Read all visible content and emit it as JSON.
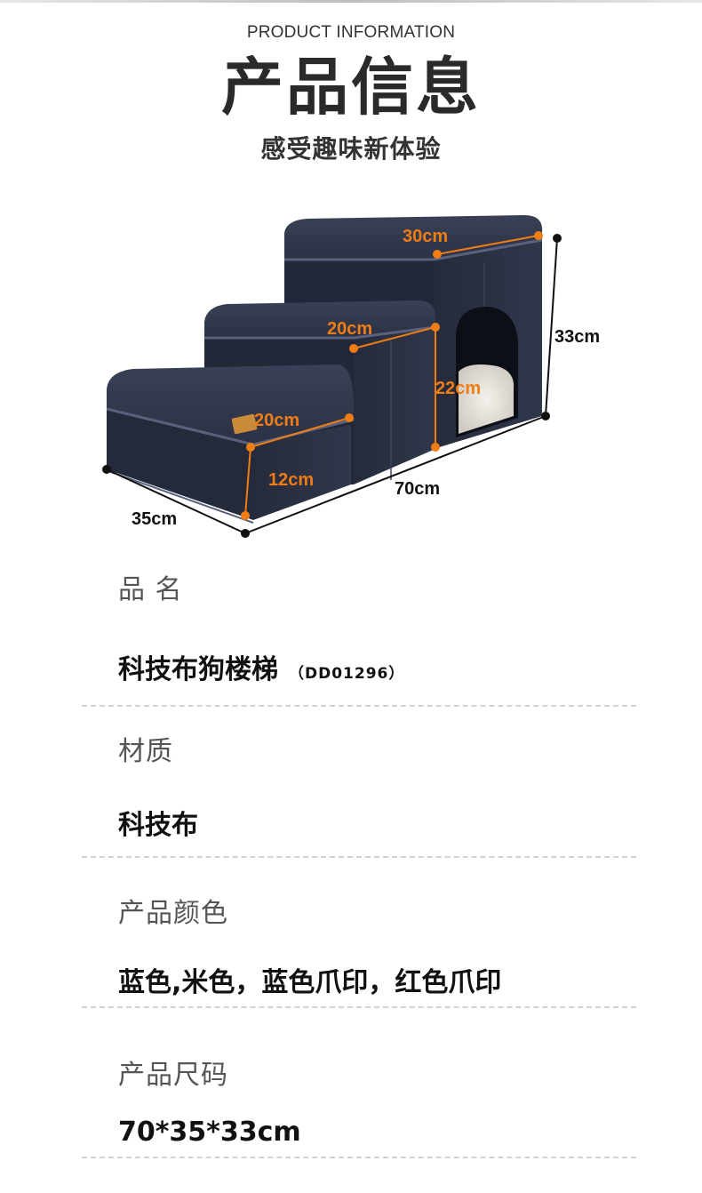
{
  "header": {
    "eyebrow": "PRODUCT INFORMATION",
    "title": "产品信息",
    "subtitle": "感受趣味新体验"
  },
  "dimensions": {
    "top_width": "30cm",
    "mid_width": "20cm",
    "low_width": "20cm",
    "total_height": "33cm",
    "house_height": "22cm",
    "low_height": "12cm",
    "total_length": "70cm",
    "depth": "35cm"
  },
  "colors": {
    "accent": "#f07d14",
    "product": "#2c3245"
  },
  "specs": [
    {
      "label": "品  名",
      "value": "科技布狗楼梯",
      "code": "（DD01296）"
    },
    {
      "label": "材质",
      "value": "科技布"
    },
    {
      "label": "产品颜色",
      "value": "蓝色,米色，蓝色爪印，红色爪印"
    },
    {
      "label": "产品尺码",
      "value": "70*35*33cm"
    }
  ]
}
